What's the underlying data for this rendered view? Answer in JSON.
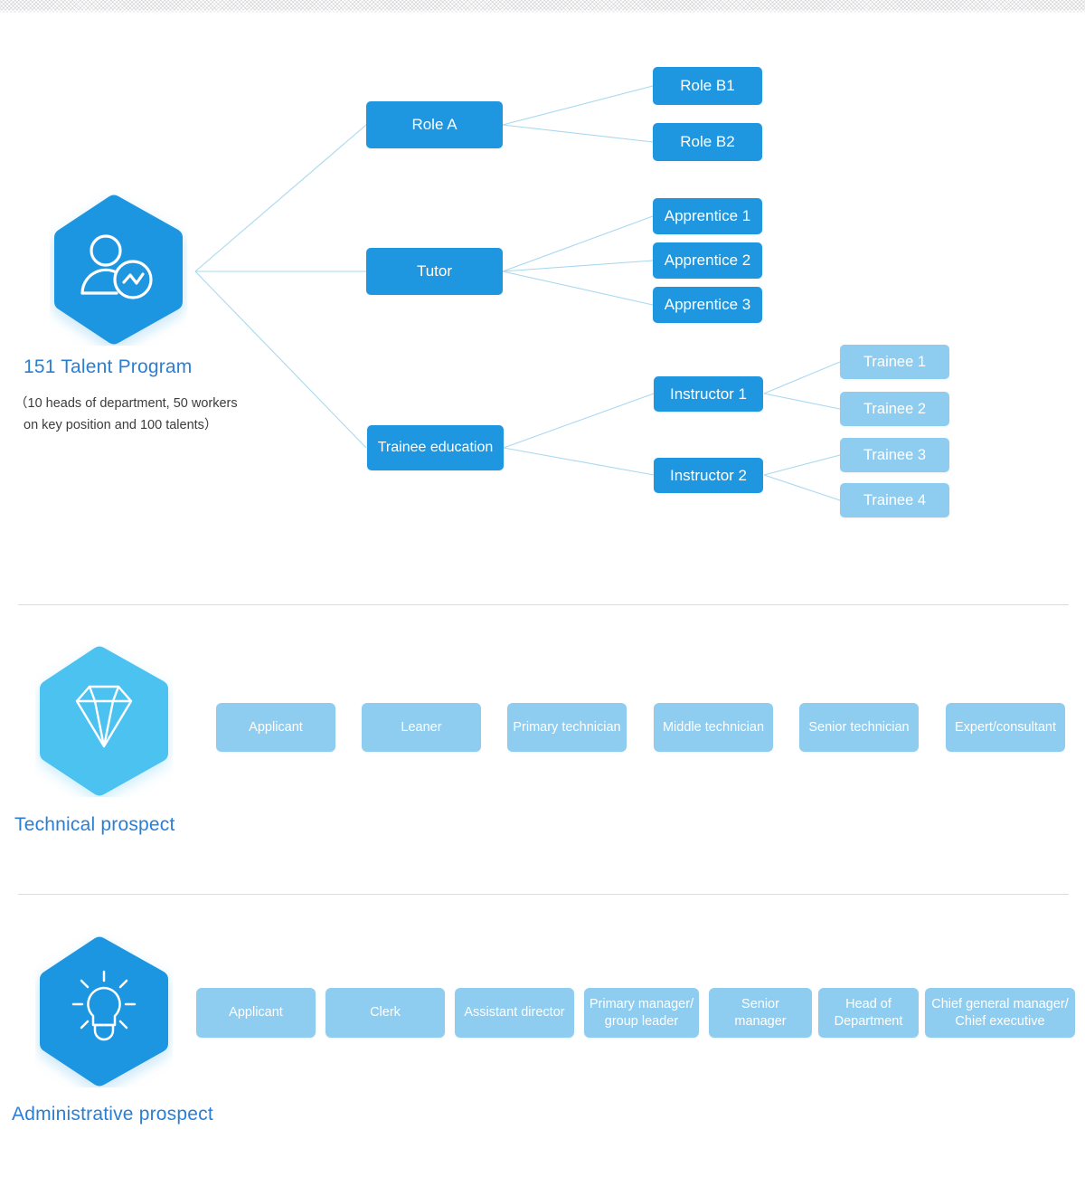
{
  "colors": {
    "primary_blue": "#1e96e0",
    "light_blue": "#8ecdf0",
    "hex_light_blue": "#4cc2f0",
    "title_blue": "#2a7fd4",
    "link_line": "#a8d8f0",
    "divider": "#dcdcdc",
    "text_dark": "#3d3d3d"
  },
  "sections": {
    "talent_program": {
      "icon": "person-chart-icon",
      "title": "151 Talent Program",
      "subtitle_line1": "（10 heads of department, 50 workers",
      "subtitle_line2": "on key position and 100 talents）",
      "branches": [
        {
          "label": "Role A",
          "children": [
            {
              "label": "Role B1"
            },
            {
              "label": "Role B2"
            }
          ]
        },
        {
          "label": "Tutor",
          "children": [
            {
              "label": "Apprentice 1"
            },
            {
              "label": "Apprentice 2"
            },
            {
              "label": "Apprentice 3"
            }
          ]
        },
        {
          "label": "Trainee education",
          "children": [
            {
              "label": "Instructor 1",
              "children": [
                {
                  "label": "Trainee 1"
                },
                {
                  "label": "Trainee 2"
                }
              ]
            },
            {
              "label": "Instructor 2",
              "children": [
                {
                  "label": "Trainee 3"
                },
                {
                  "label": "Trainee 4"
                }
              ]
            }
          ]
        }
      ]
    },
    "technical_prospect": {
      "icon": "diamond-icon",
      "title": "Technical prospect",
      "steps": [
        {
          "label": "Applicant"
        },
        {
          "label": "Leaner"
        },
        {
          "label": "Primary technician"
        },
        {
          "label": "Middle technician"
        },
        {
          "label": "Senior technician"
        },
        {
          "label": "Expert/consultant"
        }
      ]
    },
    "administrative_prospect": {
      "icon": "lightbulb-icon",
      "title": "Administrative prospect",
      "steps": [
        {
          "label": "Applicant"
        },
        {
          "label": "Clerk"
        },
        {
          "label": "Assistant director"
        },
        {
          "label": "Primary manager/\ngroup leader"
        },
        {
          "label": "Senior\nmanager"
        },
        {
          "label": "Head of\nDepartment"
        },
        {
          "label": "Chief general manager/\nChief executive"
        }
      ]
    }
  }
}
